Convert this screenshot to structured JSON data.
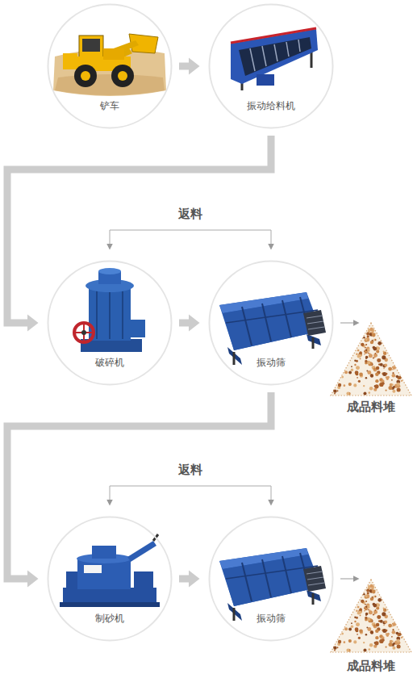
{
  "diagram": {
    "nodes": [
      {
        "text": [
          "铲车"
        ]
      },
      {
        "text": [
          "振动给料机"
        ]
      },
      {
        "text": [
          "破碎机"
        ]
      },
      {
        "text": [
          "振动筛"
        ]
      },
      {
        "text": [
          "成品料堆"
        ]
      },
      {
        "text": [
          "制砂机"
        ]
      },
      {
        "text": [
          "振动筛"
        ]
      },
      {
        "text": [
          "成品料堆"
        ]
      }
    ],
    "edges": [
      {
        "from": 0,
        "to": 1,
        "arrow": "to"
      },
      {
        "from": 1,
        "to": 2,
        "arrow": "to"
      },
      {
        "from": 2,
        "to": 3,
        "arrow": "to"
      },
      {
        "from": 3,
        "to": 4,
        "arrow": "to"
      },
      {
        "from": 3,
        "to": 2,
        "label": "返料",
        "arrow": "both"
      },
      {
        "from": 3,
        "to": 5,
        "arrow": "to"
      },
      {
        "from": 5,
        "to": 6,
        "arrow": "to"
      },
      {
        "from": 6,
        "to": 7,
        "arrow": "to"
      },
      {
        "from": 6,
        "to": 5,
        "label": "返料",
        "arrow": "both"
      }
    ]
  }
}
